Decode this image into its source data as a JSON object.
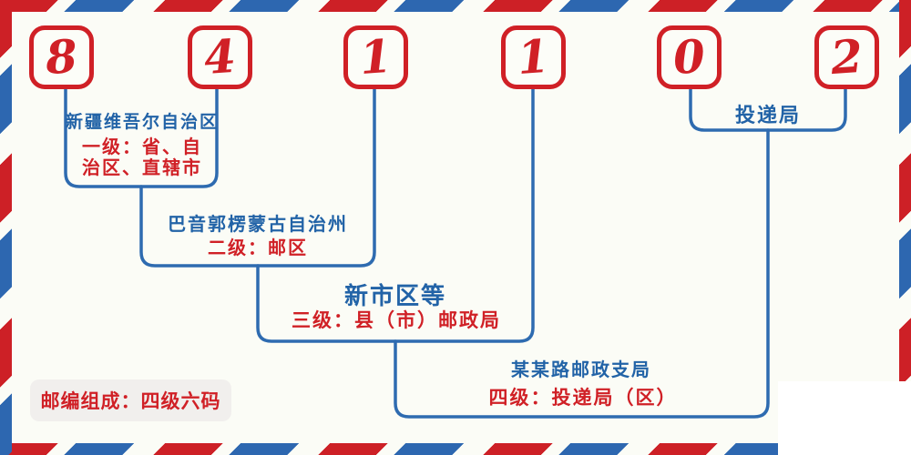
{
  "postal_code": {
    "digits": [
      "8",
      "4",
      "1",
      "1",
      "0",
      "2"
    ]
  },
  "levels": [
    {
      "name": "新疆维吾尔自治区",
      "desc_line1": "一级：省、自",
      "desc_line2": "治区、直辖市"
    },
    {
      "name": "巴音郭楞蒙古自治州",
      "desc": "二级：邮区"
    },
    {
      "name": "新市区等",
      "desc": "三级：县（市）邮政局"
    },
    {
      "name": "某某路邮政支局",
      "desc": "四级：投递局（区）"
    },
    {
      "name": "投递局"
    }
  ],
  "footer": {
    "note": "邮编组成：四级六码"
  },
  "colors": {
    "red": "#d02026",
    "blue": "#2263a7",
    "line_blue": "#2e6bb0",
    "stripe_red": "#cd2026",
    "stripe_blue": "#2d67b0",
    "background": "#fbfcf6",
    "pill_background": "#f1efed",
    "patch_white": "#ffffff"
  }
}
